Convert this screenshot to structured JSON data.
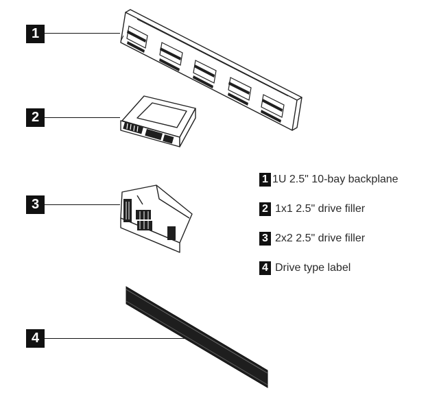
{
  "callouts": [
    "1",
    "2",
    "3",
    "4"
  ],
  "legend": [
    {
      "num": "1",
      "label": "1U 2.5\" 10-bay backplane"
    },
    {
      "num": "2",
      "label": "1x1 2.5\" drive filler"
    },
    {
      "num": "3",
      "label": "2x2 2.5\" drive filler"
    },
    {
      "num": "4",
      "label": "Drive type label"
    }
  ],
  "colors": {
    "ink": "#111111",
    "text": "#2a2a2a",
    "line": "#222222"
  },
  "icons": [
    "backplane-drawing",
    "drive-filler-1x1-drawing",
    "drive-filler-2x2-drawing",
    "drive-type-label-drawing"
  ]
}
